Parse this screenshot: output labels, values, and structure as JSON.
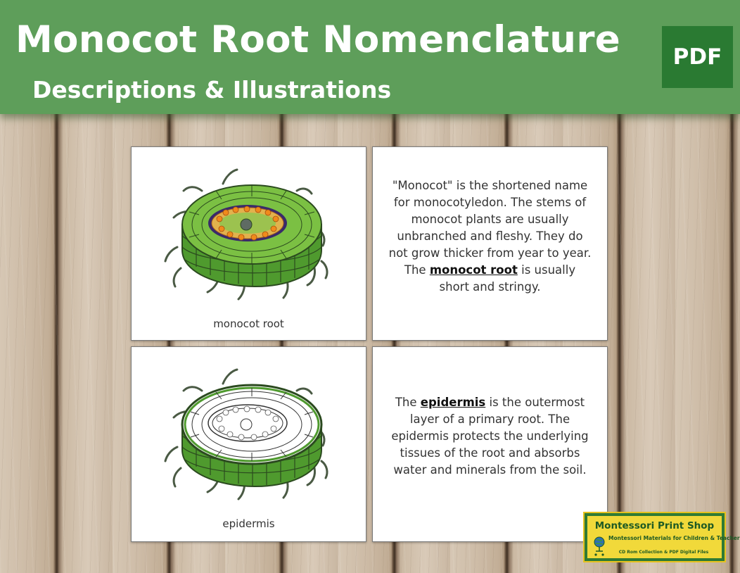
{
  "header": {
    "title": "Monocot Root Nomenclature",
    "subtitle": "Descriptions & Illustrations",
    "badge": "PDF"
  },
  "cards": {
    "monocot_root": {
      "label": "monocot root",
      "illustration": "monocot-root-cross-section-illustration"
    },
    "monocot_description": {
      "part1": "\"Monocot\" is the shortened name for monocotyledon. The stems of monocot plants are usually unbranched and fleshy. They do not grow thicker from year to year. The ",
      "term": "monocot root",
      "part2": " is usually short and stringy."
    },
    "epidermis": {
      "label": "epidermis",
      "illustration": "epidermis-highlighted-root-illustration"
    },
    "epidermis_description": {
      "part1": "The ",
      "term": "epidermis",
      "part2": " is the outermost layer of a primary root. The epidermis protects the underlying tissues of the root and absorbs water and minerals from the soil."
    }
  },
  "logo": {
    "title": "Montessori Print Shop",
    "tagline": "Montessori Materials for Children & Teachers",
    "footer": "CD Rom Collection & PDF Digital Files",
    "icon": "globe-icon"
  },
  "colors": {
    "banner": "#5e9e5a",
    "badge": "#2a7a32",
    "root_green": "#7bc043",
    "root_dark": "#4c8a2e",
    "logo_bg": "#f1d93a"
  }
}
